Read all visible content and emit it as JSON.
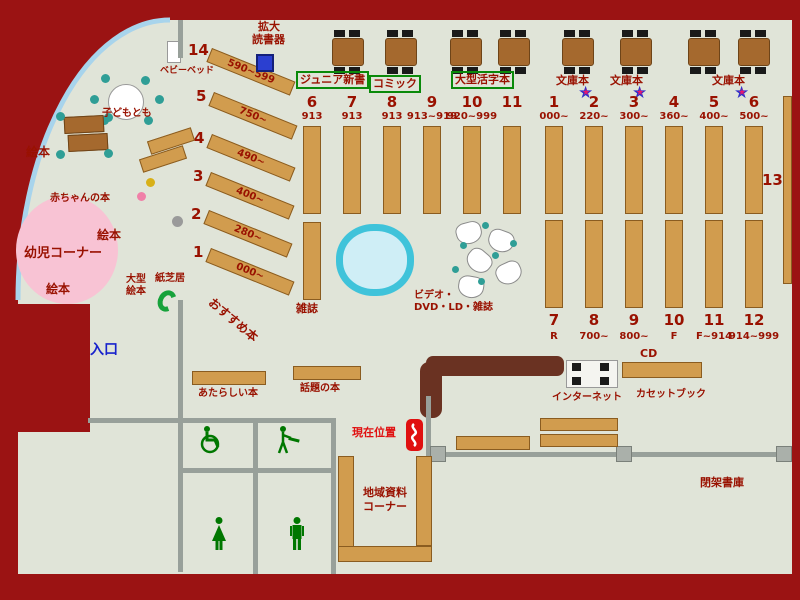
{
  "colors": {
    "frame": "#9b1313",
    "floor": "#e0e4d8",
    "shelf_tan": "#d19c4e",
    "table_brown": "#a5692e",
    "counter_brown": "#6a3222",
    "wall_gray": "#98a09a",
    "label_red": "#991100",
    "marker_red": "#e01010",
    "entrance_blue": "#1822cc",
    "section_green": "#0a8a0a",
    "chair_teal": "#2f9e96",
    "couch_cyan": "#3fc3da",
    "infant_pink": "#f8c3d4",
    "star_blue": "#2f2fc8",
    "star_pink": "#e8186e",
    "magnifier_blue": "#2b3fd0"
  },
  "magnifier": {
    "line1": "拡大",
    "line2": "読書器"
  },
  "sections": {
    "junior": "ジュニア新書",
    "comic": "コミック",
    "large_print": "大型活字本",
    "bunko": "文庫本"
  },
  "diagonal_shelves": [
    {
      "num": "14",
      "range": "590~599"
    },
    {
      "num": "5",
      "range": "750~"
    },
    {
      "num": "4",
      "range": "490~"
    },
    {
      "num": "3",
      "range": "400~"
    },
    {
      "num": "2",
      "range": "280~"
    },
    {
      "num": "1",
      "range": "000~"
    }
  ],
  "left_columns": [
    {
      "num": "6",
      "range": "913"
    },
    {
      "num": "7",
      "range": "913"
    },
    {
      "num": "8",
      "range": "913"
    },
    {
      "num": "9",
      "range": "913~919"
    },
    {
      "num": "10",
      "range": "920~999"
    },
    {
      "num": "11",
      "range": ""
    }
  ],
  "right_columns_top": [
    {
      "num": "1",
      "range": "000~"
    },
    {
      "num": "2",
      "range": "220~"
    },
    {
      "num": "3",
      "range": "300~"
    },
    {
      "num": "4",
      "range": "360~"
    },
    {
      "num": "5",
      "range": "400~"
    },
    {
      "num": "6",
      "range": "500~"
    }
  ],
  "right_columns_bottom": [
    {
      "num": "7",
      "range": "R"
    },
    {
      "num": "8",
      "range": "700~"
    },
    {
      "num": "9",
      "range": "800~"
    },
    {
      "num": "10",
      "range": "F"
    },
    {
      "num": "11",
      "range": "F~914"
    },
    {
      "num": "12",
      "range": "914~999"
    }
  ],
  "labels": {
    "entrance": "入口",
    "infant_corner": "幼児コーナー",
    "picture_books": "絵本",
    "baby_books": "赤ちゃんの本",
    "kodomo_tomo": "子どもとも",
    "baby_bed": "ベビーベッド",
    "large_picture_books": "大型絵本",
    "kamishibai": "紙芝居",
    "recommended": "おすすめ本",
    "magazines": "雑誌",
    "video_line1": "ビデオ・",
    "video_line2": "DVD・LD・雑誌",
    "shelf13": "13",
    "cd": "CD",
    "internet": "インターネット",
    "cassette": "カセットブック",
    "current_location": "現在位置",
    "new_books": "あたらしい本",
    "topic_books": "話題の本",
    "local_line1": "地域資料",
    "local_line2": "コーナー",
    "closed_stacks": "閉架書庫"
  }
}
